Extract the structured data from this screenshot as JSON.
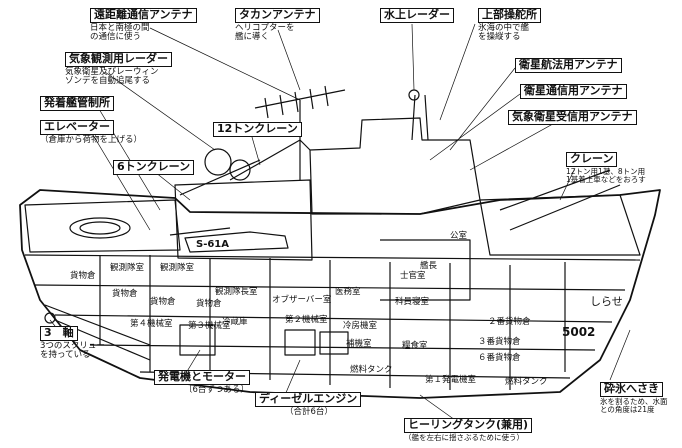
{
  "callouts": {
    "long_range_antenna": {
      "title": "遠距離通信アンテナ",
      "note": "日本と南極の間\nの通信に使う"
    },
    "tacan_antenna": {
      "title": "タカンアンテナ",
      "note": "ヘリコプターを\n艦に導く"
    },
    "surface_radar": {
      "title": "水上レーダー",
      "note": ""
    },
    "upper_bridge": {
      "title": "上部操舵所",
      "note": "氷海の中で艦\nを操縦する"
    },
    "weather_radar": {
      "title": "気象観測用レーダー",
      "note": "気象衛星及びレーウィン\nゾンデを自動追尾する"
    },
    "satnav_antenna": {
      "title": "衛星航法用アンテナ",
      "note": ""
    },
    "flight_control": {
      "title": "発着艦管制所",
      "note": ""
    },
    "satcom_antenna": {
      "title": "衛星通信用アンテナ",
      "note": ""
    },
    "elevator": {
      "title": "エレベーター",
      "note": "（倉庫から荷物を上げる）"
    },
    "weather_sat_antenna": {
      "title": "気象衛星受信用アンテナ",
      "note": ""
    },
    "crane_12t_fwd": {
      "title": "12トンクレーン",
      "note": ""
    },
    "crane_6t": {
      "title": "6トンクレーン",
      "note": ""
    },
    "crane": {
      "title": "クレーン",
      "note": "12トン用1基、8トン用\n1基着上車などをおろす"
    },
    "three_shafts": {
      "title": "3　軸",
      "note": "3つのスクリュー\nを持っている"
    },
    "generator_motor": {
      "title": "発電機とモーター",
      "note": "〔6台ずつある〕"
    },
    "diesel_engine": {
      "title": "ディーゼルエンジン",
      "note": "（合計6台）"
    },
    "heeling_tank": {
      "title": "ヒーリングタンク(兼用)",
      "note": "（艦を左右に揺さぶるために使う）"
    },
    "icebreaking_bow": {
      "title": "砕氷へさき",
      "note": "氷を割るため、水面\nとの角度は21度"
    }
  },
  "hull_labels": {
    "cargo1": "貨物倉",
    "obs_room1": "観測隊室",
    "obs_room2": "観測隊室",
    "cargo2": "貨物倉",
    "cargo3": "貨物倉",
    "cargo4": "貨物倉",
    "obs_leader": "観測隊長室",
    "observer": "オブザーバー室",
    "medical": "医務室",
    "science": "科員寝室",
    "eng4": "第４機械室",
    "eng3": "第３機械室",
    "cold_store": "冷蔵庫",
    "eng2": "第２機械室",
    "refrig": "冷房機室",
    "repair": "補機室",
    "food": "糧食室",
    "cargo_no2": "２番貨物倉",
    "cargo_no3": "３番貨物倉",
    "cargo_no6": "６番貨物倉",
    "fuel_tank1": "燃料タンク",
    "gen_room1": "第１発電機室",
    "fuel_tank2": "燃料タンク",
    "captain": "艦長",
    "officer": "士官室",
    "admin": "公室",
    "helicopter": "S-61A",
    "ship_name": "しらせ",
    "hull_no": "5002"
  }
}
